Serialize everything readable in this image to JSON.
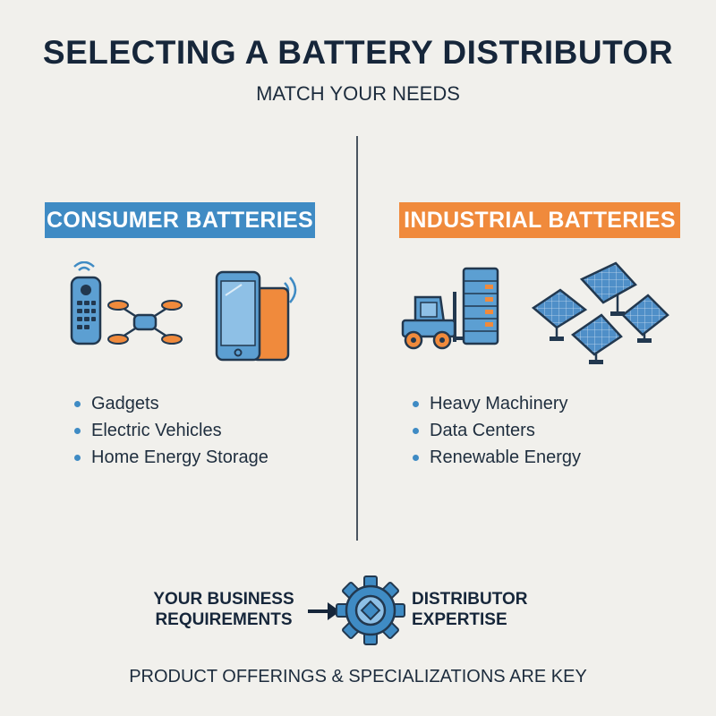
{
  "header": {
    "title": "SELECTING A BATTERY DISTRIBUTOR",
    "subtitle": "MATCH YOUR NEEDS"
  },
  "consumer": {
    "heading": "CONSUMER BATTERIES",
    "color": "#3f8bc4",
    "icons": [
      "remote-control-icon",
      "drone-icon",
      "smartphone-icon"
    ],
    "items": [
      "Gadgets",
      "Electric Vehicles",
      "Home Energy Storage"
    ]
  },
  "industrial": {
    "heading": "INDUSTRIAL BATTERIES",
    "color": "#f08a3c",
    "icons": [
      "forklift-icon",
      "server-rack-icon",
      "solar-panel-icon"
    ],
    "items": [
      "Heavy Machinery",
      "Data Centers",
      "Renewable Energy"
    ]
  },
  "flow": {
    "left": "YOUR BUSINESS REQUIREMENTS",
    "right": "DISTRIBUTOR EXPERTISE",
    "icons": [
      "arrow-right-icon",
      "gear-icon"
    ]
  },
  "footer": "PRODUCT OFFERINGS & SPECIALIZATIONS ARE KEY"
}
